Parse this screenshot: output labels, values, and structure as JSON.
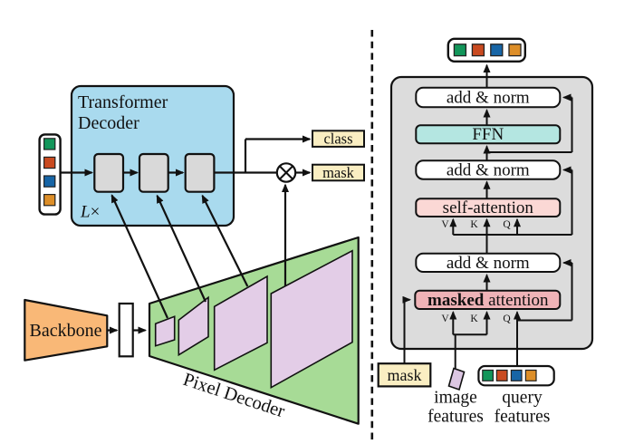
{
  "colors": {
    "blue_panel": "#a9daee",
    "layer_gray": "#d9d9d9",
    "panel_gray": "#dcdcdc",
    "decoder_green": "#a7db96",
    "feature_purple": "#e3cde7",
    "image_feature_purple": "#dcc6e2",
    "backbone_orange": "#f9b877",
    "label_yellow": "#faeec2",
    "ffn_teal": "#b4e6e1",
    "self_attn_pink": "#fbd8d5",
    "masked_attn_pink": "#efb3b7",
    "token_green": "#12965a",
    "token_red": "#c94a20",
    "token_blue": "#1765a6",
    "token_orange": "#dd8e28"
  },
  "left": {
    "transformer_decoder": {
      "line1": "Transformer",
      "line2": "Decoder"
    },
    "loop": {
      "l": "L",
      "times": "×"
    },
    "outputs": {
      "class": "class",
      "mask": "mask"
    },
    "backbone": "Backbone",
    "pixel_decoder": "Pixel Decoder",
    "query_tokens": [
      "green",
      "red",
      "blue",
      "orange"
    ]
  },
  "right": {
    "blocks": {
      "add_norm": "add & norm",
      "ffn": "FFN",
      "self_attention": "self-attention",
      "masked_attention": {
        "bold": "masked",
        "rest": " attention"
      }
    },
    "ports": {
      "v": "V",
      "k": "K",
      "q": "Q"
    },
    "inputs": {
      "mask": "mask",
      "image_features": {
        "line1": "image",
        "line2": "features"
      },
      "query_features": {
        "line1": "query",
        "line2": "features"
      }
    },
    "output_tokens": [
      "green",
      "red",
      "blue",
      "orange"
    ]
  }
}
